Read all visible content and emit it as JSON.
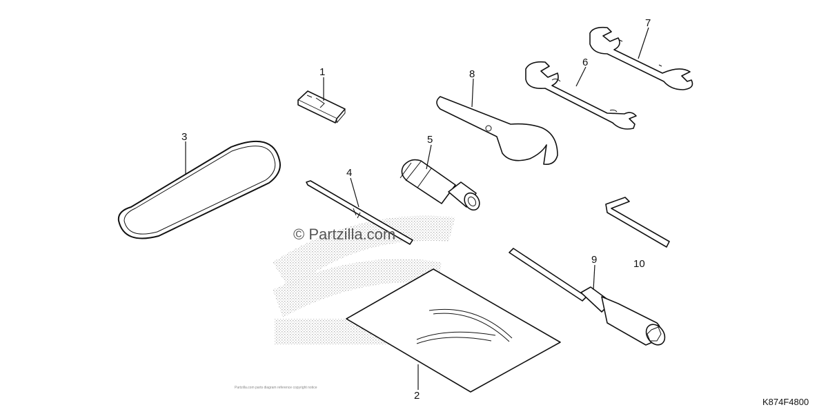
{
  "watermark": "© Partzilla.com",
  "diagram_code": "K874F4800",
  "fine_print": "Partzilla.com parts diagram reference copyright notice",
  "callouts": [
    "1",
    "2",
    "3",
    "4",
    "5",
    "6",
    "7",
    "8",
    "9",
    "10"
  ]
}
